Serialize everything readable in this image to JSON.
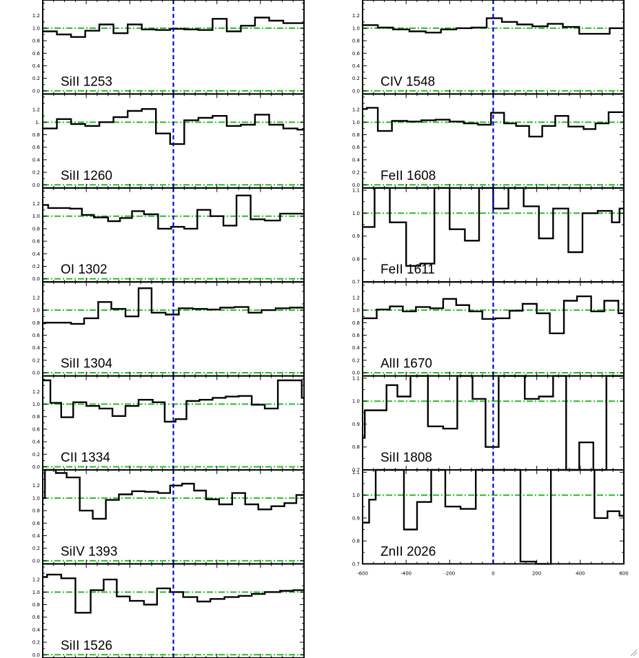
{
  "chart_data": [
    {
      "type": "line",
      "style": "step",
      "column": "left",
      "label": "SiII 1253",
      "xlim": [
        -600,
        600
      ],
      "ylim": [
        -0.05,
        1.45
      ],
      "yticks": [
        0.0,
        0.2,
        0.4,
        0.6,
        0.8,
        1.0,
        1.2
      ],
      "ytick_labels": [
        "0.0",
        "0.2",
        "0.4",
        "0.6",
        "0.8",
        "1.0",
        "1.2"
      ],
      "reference_lines": [
        0.0,
        1.0
      ],
      "vline": 0,
      "x": [
        -600,
        -535,
        -470,
        -405,
        -340,
        -275,
        -210,
        -145,
        -80,
        -15,
        50,
        115,
        180,
        245,
        310,
        375,
        440,
        505,
        570
      ],
      "y": [
        0.95,
        0.9,
        0.86,
        0.96,
        1.06,
        0.92,
        1.06,
        0.98,
        0.97,
        0.99,
        0.98,
        0.97,
        1.15,
        0.95,
        1.04,
        1.17,
        1.12,
        1.08,
        1.08
      ]
    },
    {
      "type": "line",
      "style": "step",
      "column": "left",
      "label": "SiII 1260",
      "xlim": [
        -600,
        600
      ],
      "ylim": [
        -0.05,
        1.45
      ],
      "yticks": [
        0.0,
        0.2,
        0.4,
        0.6,
        0.8,
        1.0,
        1.2
      ],
      "ytick_labels": [
        "0.0",
        "0.2",
        "0.4",
        "0.6",
        "0.8",
        "1.",
        "1.2"
      ],
      "reference_lines": [
        0.0,
        1.0
      ],
      "vline": 0,
      "x": [
        -600,
        -535,
        -470,
        -405,
        -340,
        -275,
        -210,
        -145,
        -80,
        -15,
        50,
        115,
        180,
        245,
        310,
        375,
        440,
        505,
        570
      ],
      "y": [
        0.9,
        1.05,
        0.97,
        0.94,
        1.0,
        1.08,
        1.18,
        1.21,
        0.82,
        0.65,
        1.03,
        1.07,
        1.1,
        0.94,
        0.96,
        1.12,
        0.96,
        0.9,
        0.88
      ]
    },
    {
      "type": "line",
      "style": "step",
      "column": "left",
      "label": "OI 1302",
      "xlim": [
        -600,
        600
      ],
      "ylim": [
        -0.05,
        1.45
      ],
      "yticks": [
        0.0,
        0.2,
        0.4,
        0.6,
        0.8,
        1.0,
        1.2
      ],
      "ytick_labels": [
        "0.0",
        "0.2",
        "0.4",
        "0.6",
        "0.8",
        "1.0",
        "1.2"
      ],
      "reference_lines": [
        0.0,
        1.0
      ],
      "vline": 0,
      "x": [
        -600,
        -575,
        -530,
        -475,
        -420,
        -365,
        -300,
        -245,
        -190,
        -135,
        -70,
        -10,
        50,
        110,
        170,
        230,
        290,
        355,
        420,
        490,
        560
      ],
      "y": [
        1.18,
        1.13,
        1.13,
        1.12,
        1.02,
        0.98,
        0.92,
        0.97,
        1.08,
        1.03,
        0.8,
        0.83,
        0.8,
        1.1,
        1.0,
        0.85,
        1.33,
        0.95,
        0.93,
        1.04,
        1.04
      ]
    },
    {
      "type": "line",
      "style": "step",
      "column": "left",
      "label": "SiII 1304",
      "xlim": [
        -600,
        600
      ],
      "ylim": [
        -0.05,
        1.45
      ],
      "yticks": [
        0.0,
        0.2,
        0.4,
        0.6,
        0.8,
        1.0,
        1.2
      ],
      "ytick_labels": [
        "0.0",
        "0.2",
        "0.4",
        "0.6",
        "0.8",
        "1.0",
        "1.2"
      ],
      "reference_lines": [
        0.0,
        1.0
      ],
      "vline": 0,
      "x": [
        -600,
        -590,
        -535,
        -470,
        -410,
        -345,
        -285,
        -220,
        -160,
        -100,
        -35,
        25,
        90,
        155,
        215,
        280,
        345,
        405,
        470,
        535,
        590
      ],
      "y": [
        0.79,
        0.8,
        0.8,
        0.78,
        0.87,
        1.13,
        1.02,
        0.9,
        1.35,
        0.96,
        0.93,
        1.03,
        1.02,
        1.01,
        1.04,
        1.05,
        0.96,
        1.0,
        1.03,
        1.04,
        1.04
      ]
    },
    {
      "type": "line",
      "style": "step",
      "column": "left",
      "label": "CII 1334",
      "xlim": [
        -600,
        600
      ],
      "ylim": [
        -0.05,
        1.45
      ],
      "yticks": [
        0.0,
        0.2,
        0.4,
        0.6,
        0.8,
        1.0,
        1.2
      ],
      "ytick_labels": [
        "0.0",
        "0.2",
        "0.4",
        "0.6",
        "0.8",
        "1.0",
        "1.2"
      ],
      "reference_lines": [
        0.0,
        1.0
      ],
      "vline": 0,
      "x": [
        -600,
        -565,
        -515,
        -460,
        -400,
        -340,
        -280,
        -220,
        -160,
        -95,
        -40,
        10,
        60,
        120,
        180,
        240,
        300,
        360,
        420,
        480,
        540,
        590
      ],
      "y": [
        1.38,
        1.02,
        0.79,
        1.03,
        0.97,
        0.93,
        0.81,
        0.97,
        1.07,
        1.03,
        0.72,
        0.76,
        1.05,
        1.07,
        1.1,
        1.12,
        1.13,
        0.99,
        0.93,
        1.38,
        1.38,
        1.1
      ]
    },
    {
      "type": "line",
      "style": "step",
      "column": "left",
      "label": "SiIV 1393",
      "xlim": [
        -600,
        600
      ],
      "ylim": [
        -0.05,
        1.45
      ],
      "yticks": [
        0.0,
        0.2,
        0.4,
        0.6,
        0.8,
        1.0,
        1.2
      ],
      "ytick_labels": [
        "0.0",
        "0.2",
        "0.4",
        "0.6",
        "0.8",
        "1.0",
        "1.2"
      ],
      "reference_lines": [
        0.0,
        1.0
      ],
      "vline": 0,
      "x": [
        -600,
        -590,
        -540,
        -490,
        -430,
        -370,
        -310,
        -250,
        -190,
        -130,
        -70,
        -15,
        40,
        95,
        150,
        210,
        270,
        330,
        390,
        450,
        510,
        565
      ],
      "y": [
        1.0,
        1.45,
        1.4,
        1.33,
        0.8,
        0.67,
        0.97,
        1.06,
        1.11,
        1.1,
        1.08,
        1.2,
        1.23,
        1.12,
        0.98,
        0.9,
        1.08,
        0.9,
        0.82,
        0.87,
        0.92,
        1.05
      ]
    },
    {
      "type": "line",
      "style": "step",
      "column": "left",
      "label": "SiII 1526",
      "xlim": [
        -600,
        600
      ],
      "ylim": [
        -0.05,
        1.45
      ],
      "yticks": [
        0.0,
        0.2,
        0.4,
        0.6,
        0.8,
        1.0,
        1.2
      ],
      "ytick_labels": [
        "0.0",
        "0.2",
        "0.4",
        "0.6",
        "0.8",
        "1.0",
        "1.2"
      ],
      "reference_lines": [
        0.0,
        1.0
      ],
      "vline": 0,
      "x": [
        -600,
        -580,
        -515,
        -450,
        -380,
        -320,
        -260,
        -200,
        -135,
        -75,
        -15,
        45,
        110,
        170,
        235,
        300,
        360,
        420,
        490,
        550
      ],
      "y": [
        1.24,
        1.28,
        1.22,
        0.67,
        1.03,
        1.2,
        0.93,
        0.86,
        0.8,
        1.06,
        1.0,
        0.92,
        0.85,
        0.89,
        0.92,
        0.94,
        0.97,
        1.0,
        1.02,
        1.03
      ]
    },
    {
      "type": "line",
      "style": "step",
      "column": "right",
      "label": "CIV 1548",
      "xlim": [
        -600,
        600
      ],
      "ylim": [
        -0.05,
        1.45
      ],
      "yticks": [
        0.0,
        0.2,
        0.4,
        0.6,
        0.8,
        1.0,
        1.2
      ],
      "ytick_labels": [
        "0.0",
        "0.2",
        "0.4",
        "0.6",
        "0.8",
        "1.0",
        "1.2"
      ],
      "reference_lines": [
        0.0,
        1.0
      ],
      "vline": 0,
      "x": [
        -600,
        -530,
        -460,
        -385,
        -310,
        -240,
        -170,
        -100,
        -30,
        40,
        110,
        180,
        250,
        320,
        395,
        465,
        535,
        570
      ],
      "y": [
        1.05,
        1.01,
        0.98,
        0.95,
        0.93,
        0.98,
        1.0,
        1.01,
        1.16,
        1.1,
        1.06,
        1.03,
        1.07,
        1.02,
        0.91,
        0.91,
        1.0,
        1.0
      ]
    },
    {
      "type": "line",
      "style": "step",
      "column": "right",
      "label": "FeII 1608",
      "xlim": [
        -600,
        600
      ],
      "ylim": [
        -0.05,
        1.45
      ],
      "yticks": [
        0.0,
        0.2,
        0.4,
        0.6,
        0.8,
        1.0,
        1.2
      ],
      "ytick_labels": [
        "0.0",
        "0.2",
        "0.4",
        "0.6",
        "0.8",
        "1.0",
        "1.2"
      ],
      "reference_lines": [
        0.0,
        1.0
      ],
      "vline": 0,
      "x": [
        -600,
        -580,
        -530,
        -465,
        -395,
        -330,
        -265,
        -200,
        -135,
        -70,
        -10,
        50,
        105,
        165,
        225,
        285,
        345,
        415,
        470,
        530,
        580
      ],
      "y": [
        1.21,
        1.23,
        0.86,
        1.02,
        1.01,
        1.03,
        1.04,
        1.01,
        0.98,
        0.96,
        1.15,
        0.98,
        0.94,
        0.77,
        0.94,
        1.1,
        0.93,
        0.89,
        0.98,
        1.16,
        1.16
      ]
    },
    {
      "type": "line",
      "style": "step",
      "column": "right",
      "label": "FeII 1611",
      "xlim": [
        -600,
        600
      ],
      "ylim": [
        0.7,
        1.11
      ],
      "yticks": [
        0.7,
        0.8,
        0.9,
        1.0,
        1.1
      ],
      "ytick_labels": [
        "0.7",
        "0.8",
        "0.9",
        "1.0",
        "1.1"
      ],
      "reference_lines": [
        1.0
      ],
      "vline": 0,
      "x": [
        -600,
        -570,
        -545,
        -475,
        -400,
        -335,
        -270,
        -200,
        -130,
        -65,
        0,
        70,
        140,
        210,
        275,
        345,
        410,
        480,
        545,
        580
      ],
      "y": [
        0.94,
        0.94,
        1.11,
        0.96,
        0.77,
        0.78,
        1.11,
        0.93,
        0.88,
        1.11,
        1.02,
        1.11,
        1.03,
        0.89,
        1.02,
        0.83,
        1.0,
        1.01,
        0.96,
        1.02
      ]
    },
    {
      "type": "line",
      "style": "step",
      "column": "right",
      "label": "AlII 1670",
      "xlim": [
        -600,
        600
      ],
      "ylim": [
        -0.05,
        1.45
      ],
      "yticks": [
        0.0,
        0.2,
        0.4,
        0.6,
        0.8,
        1.0,
        1.2
      ],
      "ytick_labels": [
        "0.0",
        "0.2",
        "0.4",
        "0.6",
        "0.8",
        "1.0",
        "1.2"
      ],
      "reference_lines": [
        0.0,
        1.0
      ],
      "vline": 0,
      "x": [
        -600,
        -535,
        -475,
        -415,
        -355,
        -290,
        -230,
        -170,
        -110,
        -50,
        10,
        75,
        135,
        200,
        260,
        325,
        385,
        450,
        510,
        575
      ],
      "y": [
        0.87,
        1.01,
        1.06,
        0.98,
        1.05,
        1.03,
        1.18,
        1.08,
        0.98,
        0.86,
        0.87,
        0.99,
        1.1,
        0.95,
        0.63,
        1.15,
        1.22,
        0.98,
        1.15,
        0.95
      ]
    },
    {
      "type": "line",
      "style": "step",
      "column": "right",
      "label": "SiII 1808",
      "xlim": [
        -600,
        600
      ],
      "ylim": [
        0.7,
        1.11
      ],
      "yticks": [
        0.7,
        0.8,
        0.9,
        1.0,
        1.1
      ],
      "ytick_labels": [
        "0.7",
        "0.8",
        "0.9",
        "1.0",
        "1.1"
      ],
      "reference_lines": [
        1.0
      ],
      "vline": 0,
      "x": [
        -600,
        -590,
        -550,
        -490,
        -440,
        -380,
        -300,
        -230,
        -165,
        -95,
        -35,
        25,
        80,
        145,
        210,
        275,
        335,
        395,
        460,
        520,
        580
      ],
      "y": [
        0.84,
        0.96,
        0.96,
        1.07,
        1.02,
        1.11,
        0.89,
        0.88,
        1.11,
        1.01,
        0.8,
        1.11,
        1.11,
        1.01,
        1.02,
        1.11,
        0.7,
        0.82,
        0.69,
        1.11,
        1.11
      ]
    },
    {
      "type": "line",
      "style": "step",
      "column": "right",
      "label": "ZnII 2026",
      "xlim": [
        -600,
        600
      ],
      "ylim": [
        0.7,
        1.11
      ],
      "yticks": [
        0.7,
        0.8,
        0.9,
        1.0,
        1.1
      ],
      "ytick_labels": [
        "0.7",
        "0.8",
        "0.9",
        "1.0",
        "1.1"
      ],
      "reference_lines": [
        1.0
      ],
      "vline": 0,
      "x": [
        -600,
        -570,
        -540,
        -470,
        -410,
        -350,
        -285,
        -220,
        -150,
        -80,
        -15,
        45,
        125,
        195,
        265,
        335,
        405,
        465,
        525,
        580
      ],
      "y": [
        0.88,
        0.98,
        1.11,
        1.11,
        0.85,
        0.97,
        1.11,
        0.95,
        0.94,
        1.11,
        1.11,
        1.11,
        0.71,
        0.7,
        1.11,
        1.11,
        1.11,
        0.9,
        0.93,
        0.91
      ]
    }
  ],
  "x_axis": {
    "tick_values": [
      -600,
      -400,
      -200,
      0,
      200,
      400,
      600
    ],
    "tick_labels": [
      "-600",
      "-400",
      "-200",
      "0",
      "200",
      "400",
      "600"
    ]
  },
  "colors": {
    "spectrum": "#000000",
    "reference_line": "#22bb22",
    "zero_velocity_line": "#0000dd",
    "frame": "#000000"
  }
}
